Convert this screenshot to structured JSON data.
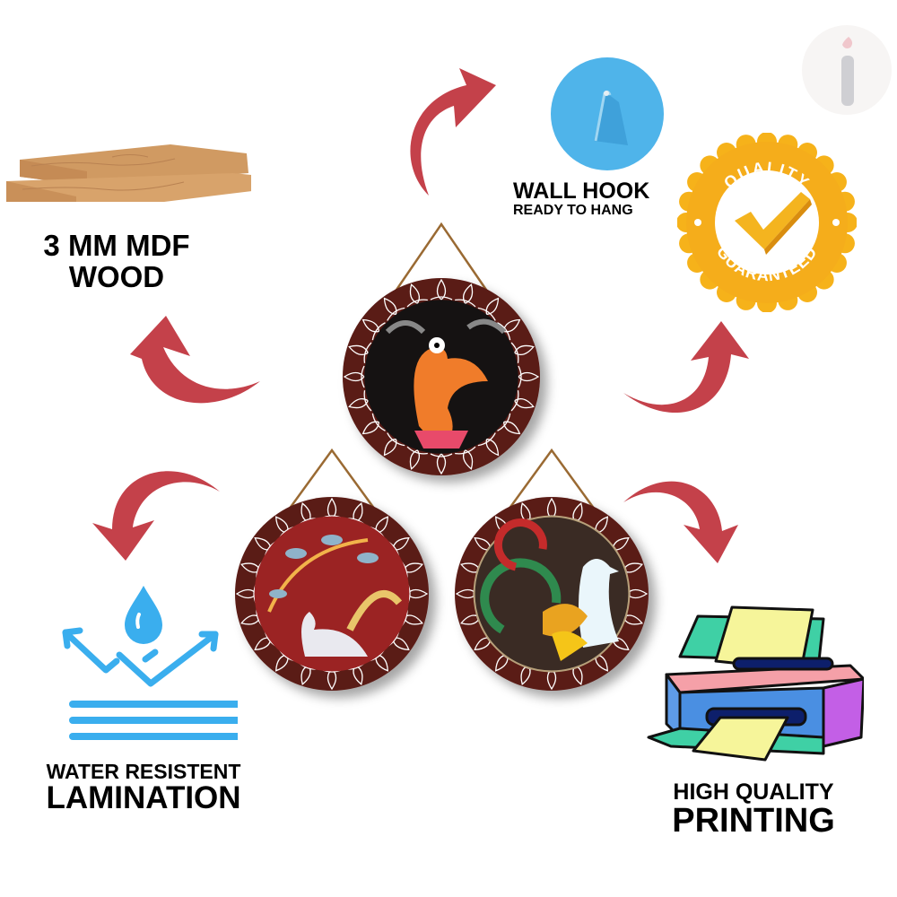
{
  "features": {
    "wood": {
      "line1": "3 MM MDF",
      "line2": "WOOD"
    },
    "hook": {
      "title": "WALL HOOK",
      "subtitle": "READY TO HANG"
    },
    "badge": {
      "top_text": "QUALITY",
      "bottom_text": "GUARANTEED"
    },
    "water": {
      "line1": "WATER RESISTENT",
      "line2": "LAMINATION"
    },
    "printing": {
      "line1": "HIGH QUALITY",
      "line2": "PRINTING"
    }
  },
  "products": [
    {
      "name": "madhubani-peacock-plaque",
      "art_bg": "#151212"
    },
    {
      "name": "kalamkari-peacock-plaque",
      "art_bg": "#9b2323"
    },
    {
      "name": "swan-paisley-plaque",
      "art_bg": "#3a2b24"
    }
  ],
  "icons": {
    "watermark": "info-i-logo",
    "arrows": "curved-arrow"
  },
  "colors": {
    "arrow": "#c4414a",
    "plaque_rim": "#5a1a14",
    "hook_blue": "#4fb4ea",
    "water_blue": "#3aaeee",
    "badge_gold": "#f6b21a",
    "text": "#000000"
  }
}
